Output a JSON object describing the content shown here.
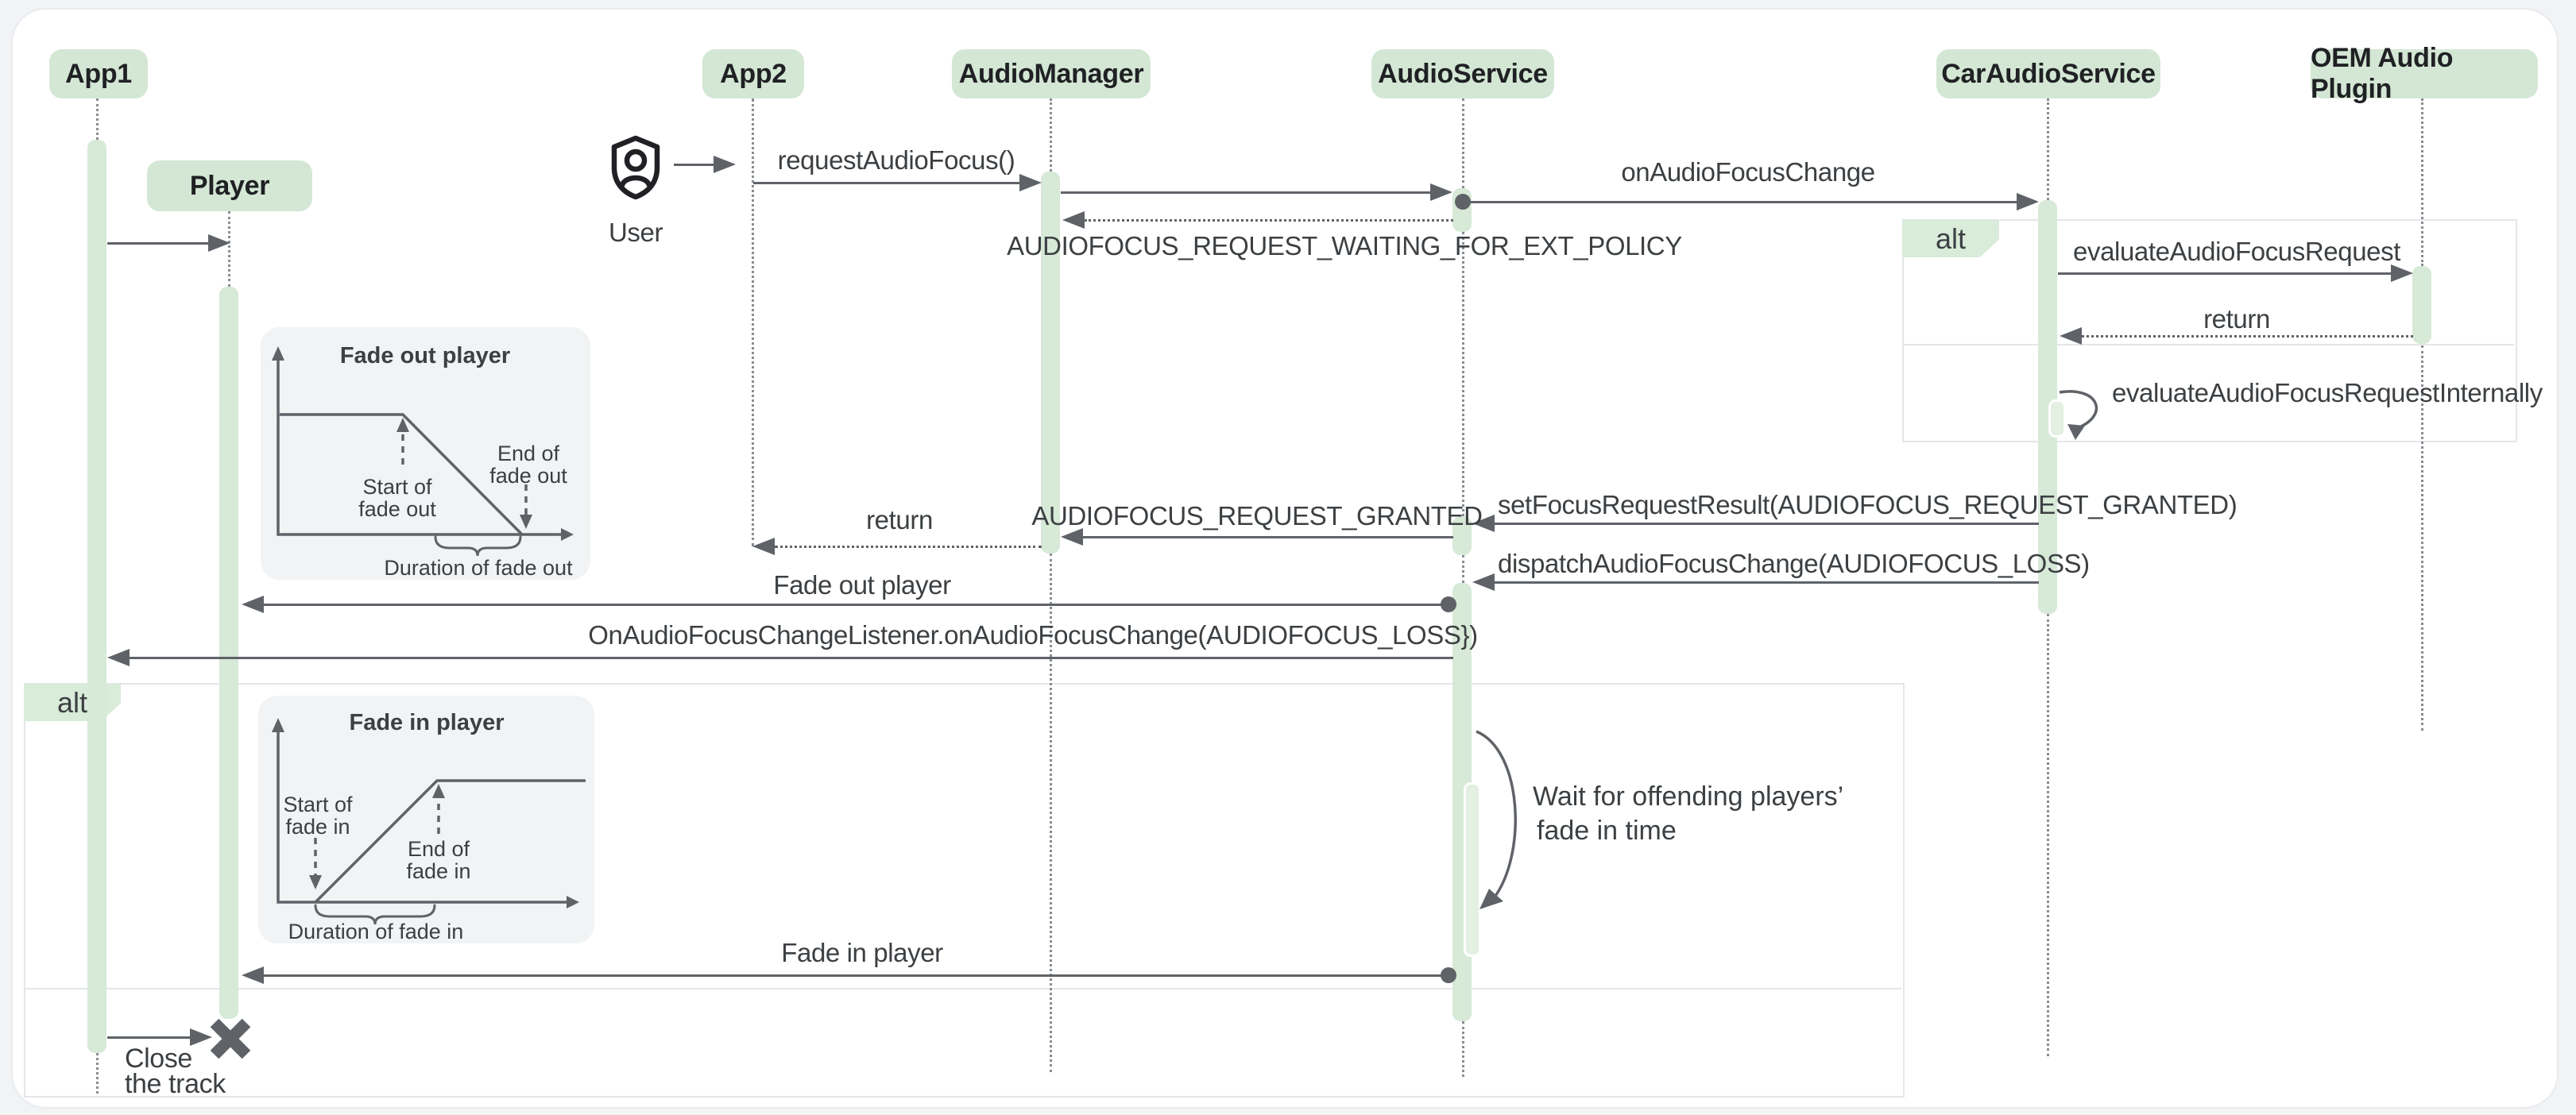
{
  "colors": {
    "page_bg": "#f1f3f4",
    "card_bg": "#ffffff",
    "header_green": "#d3e7d4",
    "activation_green": "#d7e9d7",
    "arrow_gray": "#5f6368",
    "text_gray": "#3c4043",
    "frame_border": "#e4e7ea"
  },
  "lifelines": {
    "app1": "App1",
    "app2": "App2",
    "audio_manager": "AudioManager",
    "audio_service": "AudioService",
    "car_audio_service": "CarAudioService",
    "oem_audio_plugin": "OEM Audio Plugin"
  },
  "objects": {
    "player": "Player"
  },
  "actor": {
    "label": "User",
    "icon": "shield-person-icon"
  },
  "fragments": {
    "alt_right": "alt",
    "alt_left": "alt"
  },
  "messages": {
    "request_audio_focus": "requestAudioFocus()",
    "on_audio_focus_change": "onAudioFocusChange",
    "waiting_ext_policy": "AUDIOFOCUS_REQUEST_WAITING_FOR_EXT_POLICY",
    "evaluate_request": "evaluateAudioFocusRequest",
    "return_oem": "return",
    "evaluate_internally": "evaluateAudioFocusRequestInternally",
    "set_focus_result": "setFocusRequestResult(AUDIOFOCUS_REQUEST_GRANTED)",
    "request_granted": "AUDIOFOCUS_REQUEST_GRANTED",
    "return_app2": "return",
    "dispatch_change": "dispatchAudioFocusChange(AUDIOFOCUS_LOSS)",
    "fade_out_player": "Fade out player",
    "listener_callback": "OnAudioFocusChangeListener.onAudioFocusChange(AUDIOFOCUS_LOSS})",
    "fade_in_player": "Fade in player",
    "close_line1": "Close",
    "close_line2": "the track"
  },
  "note": {
    "line1": "Wait for offending players’",
    "line2": "fade in time"
  },
  "charts": {
    "fade_out": {
      "title": "Fade out player",
      "start_l1": "Start of",
      "start_l2": "fade out",
      "end_l1": "End of",
      "end_l2": "fade out",
      "duration": "Duration of fade out"
    },
    "fade_in": {
      "title": "Fade in player",
      "start_l1": "Start of",
      "start_l2": "fade in",
      "end_l1": "End of",
      "end_l2": "fade in",
      "duration": "Duration of fade in"
    }
  }
}
